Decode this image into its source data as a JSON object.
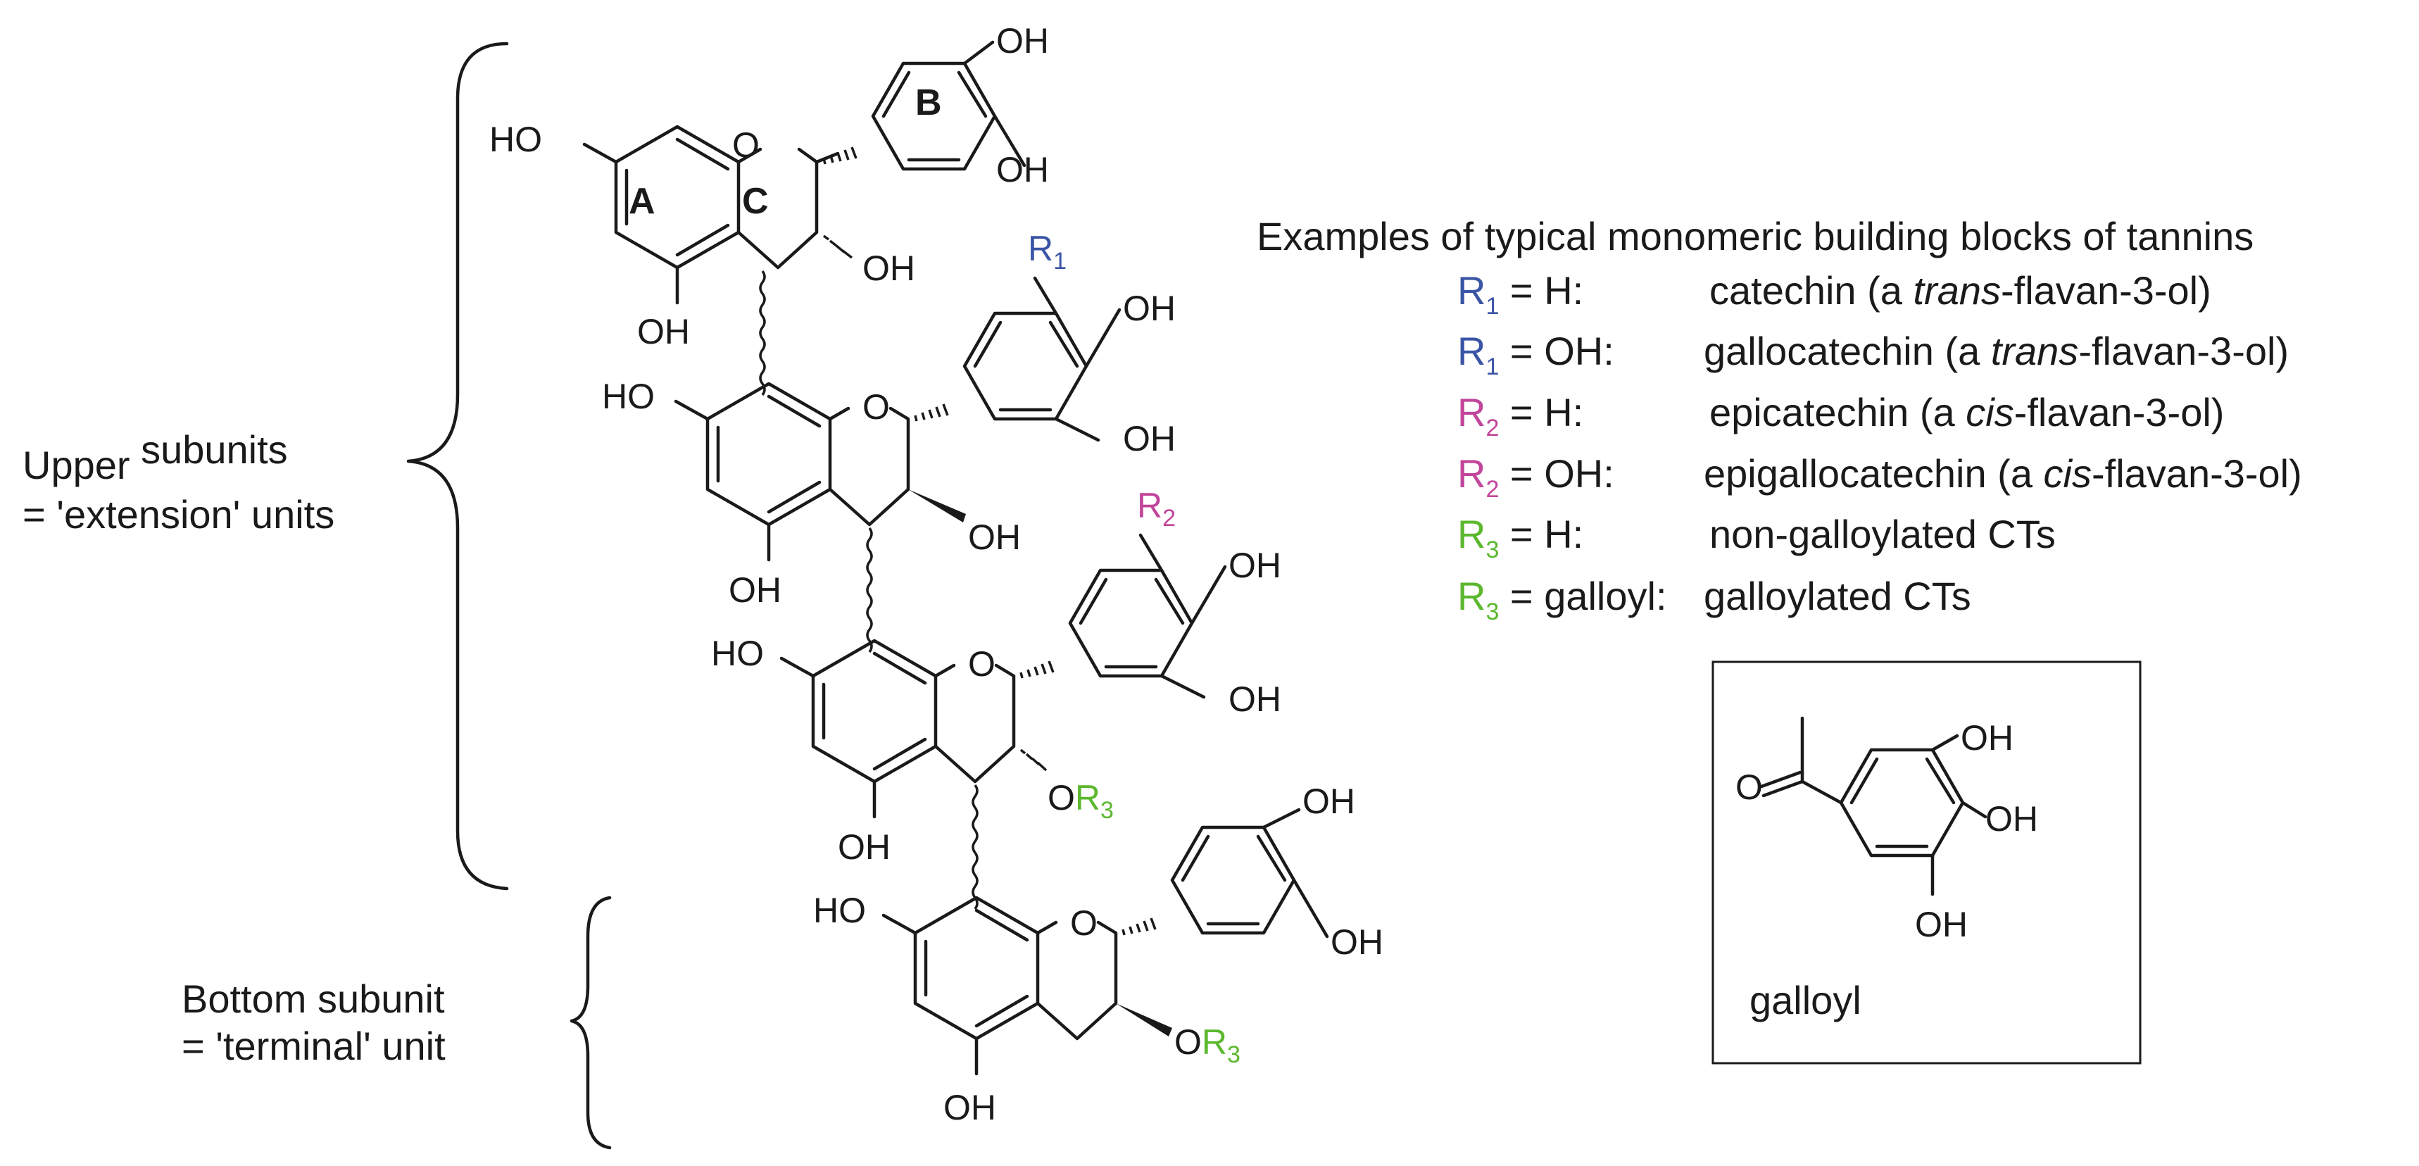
{
  "colors": {
    "R1": "#3b55a6",
    "R2": "#c1459a",
    "R3": "#5cb82e",
    "text": "#1a1a1a"
  },
  "subunits": {
    "upper_line1": "Upper",
    "upper_line1b": "subunits",
    "upper_line2": "= 'extension' units",
    "bottom_line1": "Bottom subunit",
    "bottom_line2": "= 'terminal' unit"
  },
  "rings": {
    "A": "A",
    "B": "B",
    "C": "C"
  },
  "atoms": {
    "oh": "OH",
    "ho": "HO",
    "o": "O",
    "or": "OR",
    "r": "R",
    "r1_sub": "1",
    "r2_sub": "2",
    "r3_sub": "3"
  },
  "examples": {
    "heading": "Examples of typical monomeric building blocks of tannins",
    "rows": [
      {
        "r_sub": "1",
        "lhs": "= H:",
        "name_pre": "catechin (a ",
        "name_it": "trans",
        "name_post": "-flavan-3-ol)",
        "color_key": "R1"
      },
      {
        "r_sub": "1",
        "lhs": "= OH:",
        "name_pre": "gallocatechin (a ",
        "name_it": "trans",
        "name_post": "-flavan-3-ol)",
        "color_key": "R1"
      },
      {
        "r_sub": "2",
        "lhs": "= H:",
        "name_pre": "epicatechin (a ",
        "name_it": "cis",
        "name_post": "-flavan-3-ol)",
        "color_key": "R2"
      },
      {
        "r_sub": "2",
        "lhs": "= OH:",
        "name_pre": "epigallocatechin (a ",
        "name_it": "cis",
        "name_post": "-flavan-3-ol)",
        "color_key": "R2"
      },
      {
        "r_sub": "3",
        "lhs": "= H:",
        "name_pre": "non-galloylated CTs",
        "name_it": "",
        "name_post": "",
        "color_key": "R3"
      },
      {
        "r_sub": "3",
        "lhs": "= galloyl:",
        "name_pre": "galloylated CTs",
        "name_it": "",
        "name_post": "",
        "color_key": "R3"
      }
    ]
  },
  "galloyl_box": {
    "label": "galloyl",
    "oh": "OH",
    "o": "O"
  }
}
